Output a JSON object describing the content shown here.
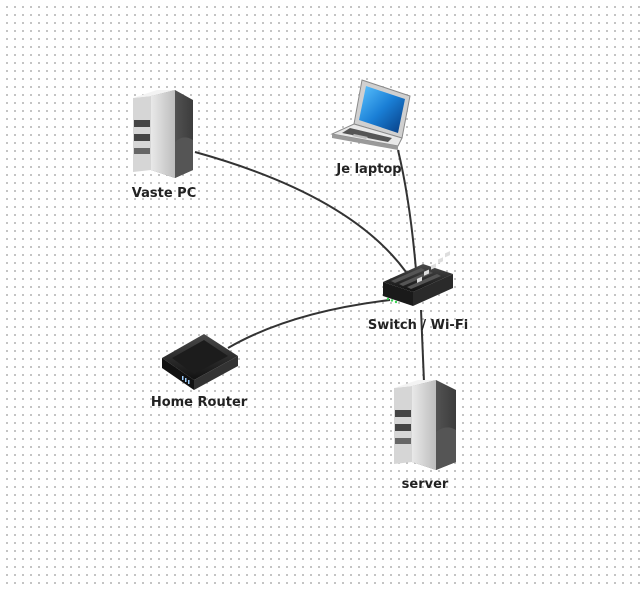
{
  "diagram": {
    "nodes": [
      {
        "id": "vaste-pc",
        "label": "Vaste PC",
        "kind": "tower",
        "icon": "desktop-tower-icon"
      },
      {
        "id": "je-laptop",
        "label": "Je laptop",
        "kind": "laptop",
        "icon": "laptop-icon"
      },
      {
        "id": "switch",
        "label": "Switch / Wi-Fi",
        "kind": "switch",
        "icon": "network-switch-icon"
      },
      {
        "id": "home-router",
        "label": "Home Router",
        "kind": "router",
        "icon": "router-icon"
      },
      {
        "id": "server",
        "label": "server",
        "kind": "tower",
        "icon": "server-tower-icon"
      }
    ],
    "edges": [
      {
        "from": "vaste-pc",
        "to": "switch"
      },
      {
        "from": "je-laptop",
        "to": "switch"
      },
      {
        "from": "home-router",
        "to": "switch"
      },
      {
        "from": "server",
        "to": "switch"
      }
    ],
    "colors": {
      "edge": "#333333",
      "label": "#222222",
      "screen": "#1a7fd6",
      "led": "#39d353"
    }
  }
}
